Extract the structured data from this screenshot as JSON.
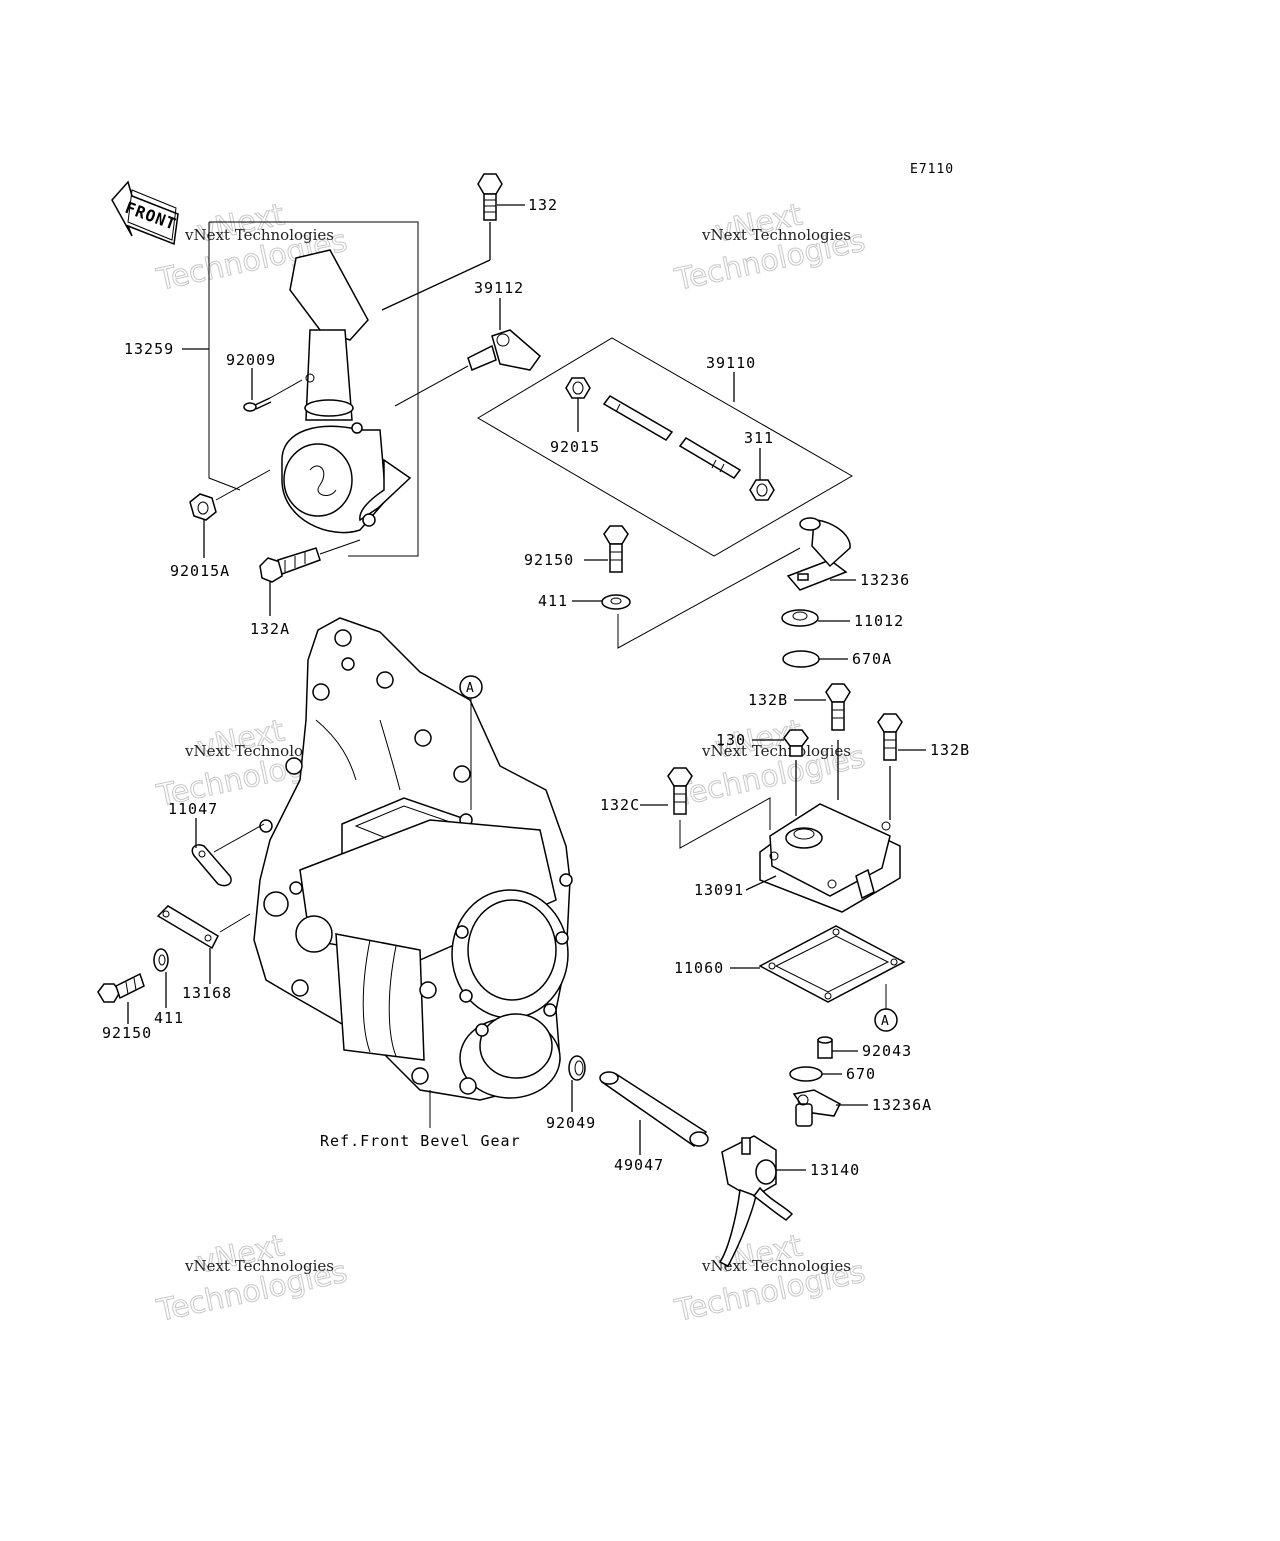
{
  "diagram_code": "E7110",
  "front_label": "FRONT",
  "reference_note": "Ref.Front Bevel Gear",
  "reference_letter": "A",
  "watermark": {
    "line1": "vNext",
    "line2": "Technologies",
    "small": "vNext Technologies"
  },
  "parts": {
    "p132": "132",
    "p39112": "39112",
    "p13259": "13259",
    "p92009": "92009",
    "p39110": "39110",
    "p92015": "92015",
    "p311": "311",
    "p92015A": "92015A",
    "p132A": "132A",
    "p92150_top": "92150",
    "p411_top": "411",
    "p13236": "13236",
    "p11012": "11012",
    "p670A": "670A",
    "p132B_a": "132B",
    "p132B_b": "132B",
    "p130": "130",
    "p132C": "132C",
    "p13091": "13091",
    "p11060": "11060",
    "p11047": "11047",
    "p13168": "13168",
    "p411_bot": "411",
    "p92150_bot": "92150",
    "p92043": "92043",
    "p670": "670",
    "p13236A": "13236A",
    "p92049": "92049",
    "p49047": "49047",
    "p13140": "13140"
  }
}
